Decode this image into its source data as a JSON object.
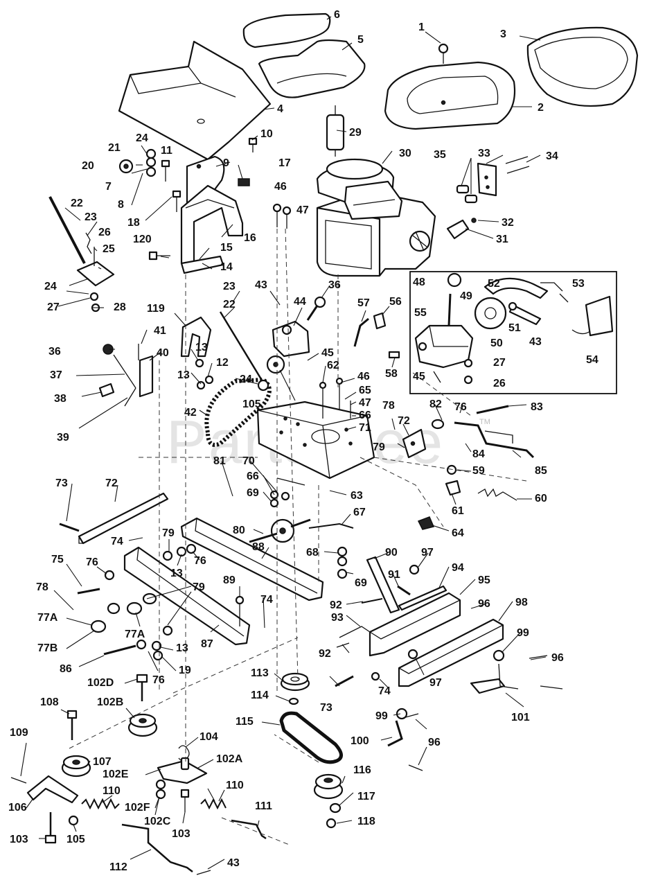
{
  "watermark": {
    "text": "PartsTree",
    "trademark": "TM"
  },
  "labels": [
    "1",
    "2",
    "3",
    "4",
    "5",
    "6",
    "9",
    "10",
    "11",
    "17",
    "20",
    "21",
    "24",
    "7",
    "8",
    "22",
    "23",
    "26",
    "25",
    "24",
    "27",
    "28",
    "18",
    "16",
    "120",
    "15",
    "14",
    "46",
    "47",
    "29",
    "30",
    "35",
    "33",
    "34",
    "32",
    "31",
    "119",
    "41",
    "23",
    "22",
    "43",
    "36",
    "44",
    "36",
    "40",
    "37",
    "38",
    "39",
    "13",
    "12",
    "13",
    "24",
    "45",
    "62",
    "57",
    "56",
    "58",
    "46",
    "65",
    "47",
    "66",
    "71",
    "105",
    "42",
    "48",
    "52",
    "53",
    "49",
    "55",
    "51",
    "50",
    "43",
    "54",
    "27",
    "45",
    "26",
    "78",
    "72",
    "82",
    "76",
    "83",
    "79",
    "84",
    "85",
    "59",
    "60",
    "61",
    "81",
    "70",
    "66",
    "69",
    "63",
    "64",
    "67",
    "73",
    "72",
    "74",
    "79",
    "13",
    "76",
    "80",
    "88",
    "75",
    "76",
    "78",
    "77A",
    "77B",
    "77A",
    "79",
    "89",
    "74",
    "68",
    "69",
    "90",
    "97",
    "94",
    "91",
    "95",
    "92",
    "96",
    "93",
    "98",
    "99",
    "96",
    "92",
    "87",
    "86",
    "76",
    "13",
    "19",
    "113",
    "114",
    "73",
    "74",
    "97",
    "101",
    "102D",
    "108",
    "102B",
    "109",
    "107",
    "104",
    "102A",
    "102E",
    "99",
    "100",
    "96",
    "115",
    "116",
    "117",
    "118",
    "110",
    "110",
    "111",
    "106",
    "102F",
    "102C",
    "103",
    "103",
    "105",
    "112",
    "43"
  ]
}
